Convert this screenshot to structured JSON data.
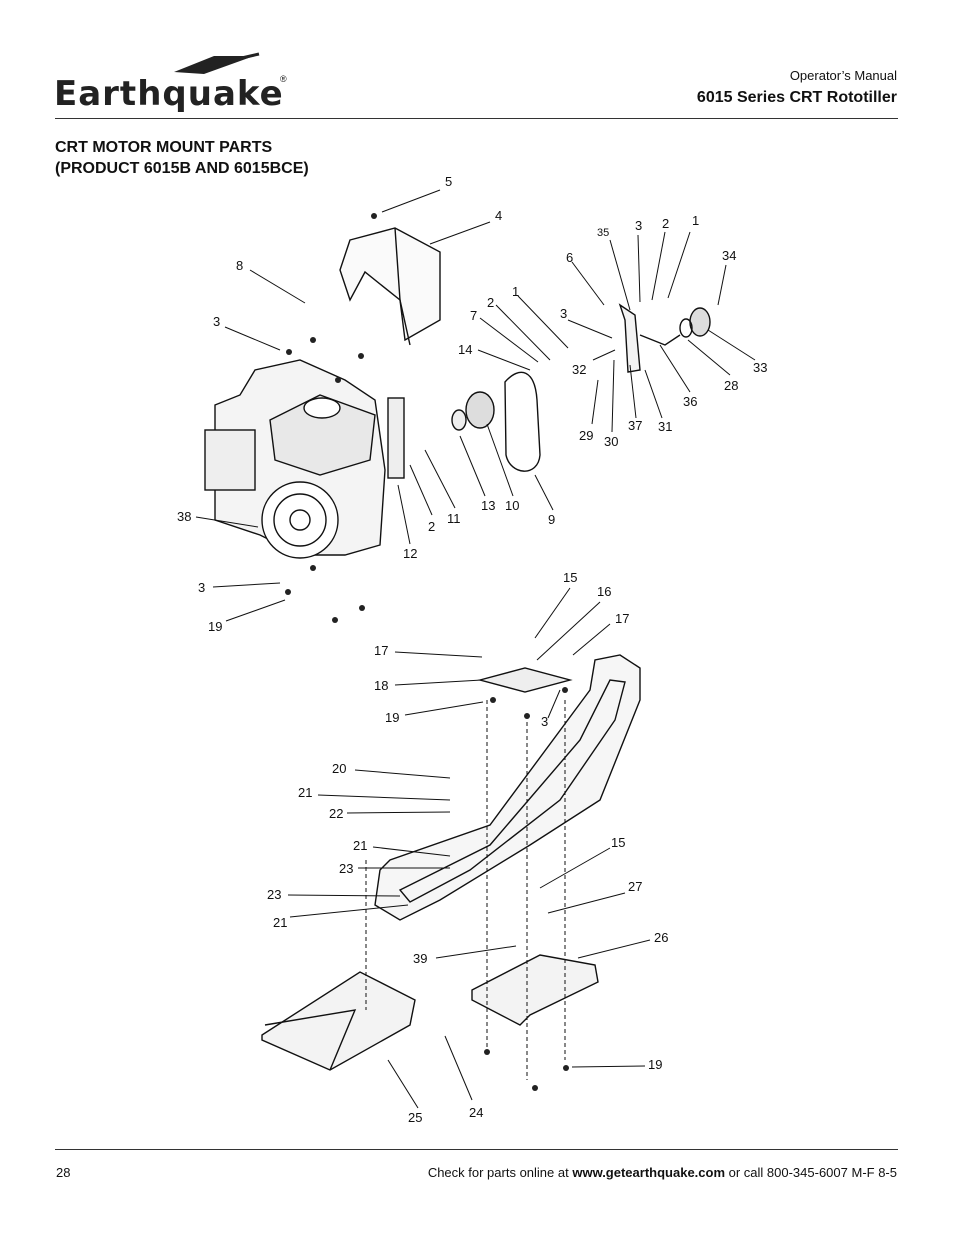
{
  "header": {
    "logo_text": "Earthquake",
    "logo_mark": "®",
    "manual": "Operator’s Manual",
    "series": "6015 Series CRT Rototiller"
  },
  "section": {
    "title_line1": "CRT MOTOR MOUNT PARTS",
    "title_line2": "(PRODUCT 6015B AND 6015BCE)"
  },
  "diagram": {
    "callouts": [
      "5",
      "4",
      "8",
      "3",
      "1",
      "2",
      "3",
      "35",
      "6",
      "34",
      "7",
      "2",
      "1",
      "3",
      "14",
      "32",
      "33",
      "28",
      "36",
      "29",
      "30",
      "37",
      "31",
      "13",
      "10",
      "9",
      "2",
      "11",
      "12",
      "38",
      "3",
      "19",
      "15",
      "16",
      "17",
      "17",
      "18",
      "3",
      "19",
      "20",
      "21",
      "22",
      "21",
      "15",
      "23",
      "27",
      "23",
      "26",
      "21",
      "39",
      "19",
      "25",
      "24"
    ]
  },
  "footer": {
    "page_number": "28",
    "check_text": "Check for parts online at ",
    "url": "www.getearthquake.com",
    "call_text": " or call 800-345-6007 M-F 8-5"
  }
}
